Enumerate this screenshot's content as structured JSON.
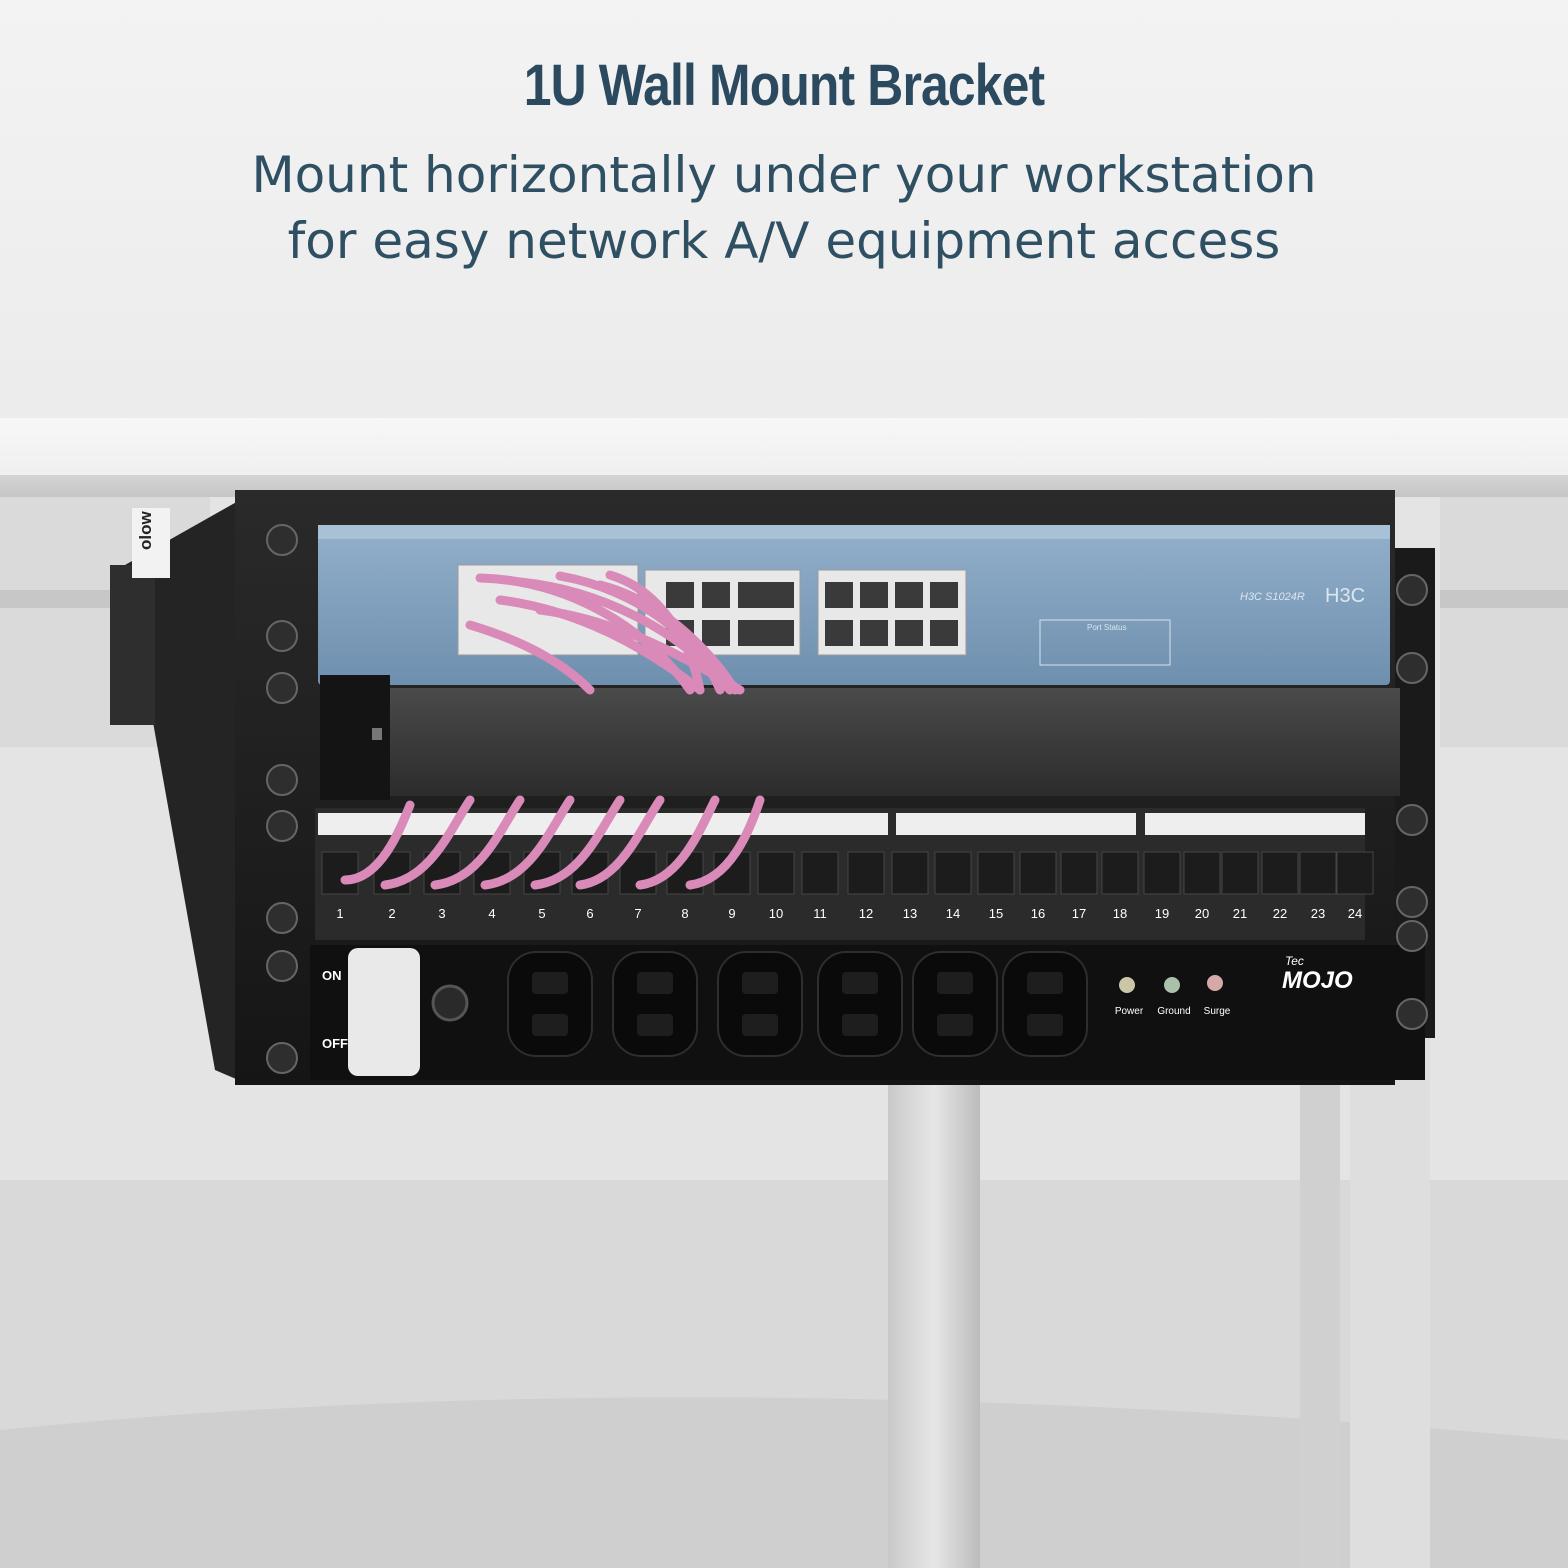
{
  "headline": "1U Wall Mount Bracket",
  "subline": {
    "line1": "Mount horizontally under your workstation",
    "line2": "for easy network A/V equipment access"
  },
  "bracket": {
    "brand_mark": "olow"
  },
  "switch": {
    "model": "H3C S1024R",
    "brand": "H3C",
    "status_heading": "Port Status"
  },
  "patch_panel": {
    "port_numbers": [
      "1",
      "2",
      "3",
      "4",
      "5",
      "6",
      "7",
      "8",
      "9",
      "10",
      "11",
      "12",
      "13",
      "14",
      "15",
      "16",
      "17",
      "18",
      "19",
      "20",
      "21",
      "22",
      "23",
      "24"
    ]
  },
  "power_strip": {
    "switch_on_label": "ON",
    "switch_off_label": "OFF",
    "outlet_count": 6,
    "indicators": [
      "Power",
      "Ground",
      "Surge"
    ],
    "brand_small": "Tec",
    "brand_large": "MOJO"
  },
  "colors": {
    "title": "#2b4a5f",
    "switch_body": "#7f9fbd",
    "cable": "#d98ab8",
    "rack_black": "#1e1e1e"
  }
}
